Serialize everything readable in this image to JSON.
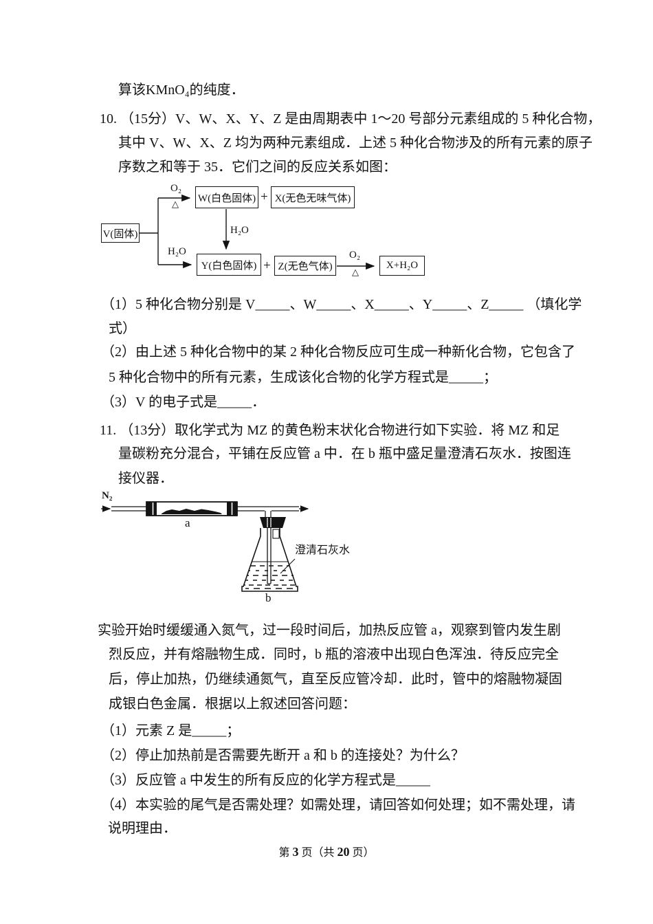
{
  "doc": {
    "q9_tail": "算该KMnO₄的纯度．",
    "q10": {
      "l1": "10. （15分）V、W、X、Y、Z 是由周期表中 1～20 号部分元素组成的 5 种化合物，",
      "l2": "其中 V、W、X、Z 均为两种元素组成．上述 5 种化合物涉及的所有元素的原子",
      "l3": "序数之和等于 35．它们之间的反应关系如图：",
      "sub1a": "（1）5 种化合物分别是 V_____、W_____、X_____、Y_____、Z_____ （填化学",
      "sub1b": "式）",
      "sub2a": "（2）由上述 5 种化合物中的某 2 种化合物反应可生成一种新化合物，它包含了",
      "sub2b": "5 种化合物中的所有元素，生成该化合物的化学方程式是_____；",
      "sub3": "（3）V 的电子式是_____．",
      "diagram": {
        "v_box": "V(固体)",
        "w_box": "W(白色固体)",
        "x_box": "X(无色无味气体)",
        "y_box": "Y(白色固体)",
        "z_box": "Z(无色气体)",
        "xh2o_box": "X+H₂O",
        "o2": "O₂",
        "delta": "△",
        "h2o": "H₂O",
        "plus": "+"
      }
    },
    "q11": {
      "l1": "11. （13分）取化学式为 MZ 的黄色粉末状化合物进行如下实验．将 MZ 和足",
      "l2": "量碳粉充分混合，平铺在反应管 a 中．在 b 瓶中盛足量澄清石灰水．按图连",
      "l3": "接仪器．",
      "p1": "实验开始时缓缓通入氮气，过一段时间后，加热反应管 a，观察到管内发生剧",
      "p2": "烈反应，并有熔融物生成．同时，b 瓶的溶液中出现白色浑浊．待反应完全",
      "p3": "后，停止加热，仍继续通氮气，直至反应管冷却．此时，管中的熔融物凝固",
      "p4": "成银白色金属．根据以上叙述回答问题：",
      "sub1": "（1）元素 Z 是_____；",
      "sub2": "（2）停止加热前是否需要先断开 a 和 b 的连接处？为什么？",
      "sub3": "（3）反应管 a 中发生的所有反应的化学方程式是_____",
      "sub4a": "（4）本实验的尾气是否需处理？如需处理，请回答如何处理；如不需处理，请",
      "sub4b": "说明理由．",
      "apparatus": {
        "n2": "N₂",
        "tube_a": "a",
        "flask_b": "b",
        "limewater": "澄清石灰水"
      }
    },
    "footer": {
      "prefix": "第 ",
      "page": "3",
      "mid": " 页（共 ",
      "total": "20",
      "suffix": " 页）"
    }
  }
}
